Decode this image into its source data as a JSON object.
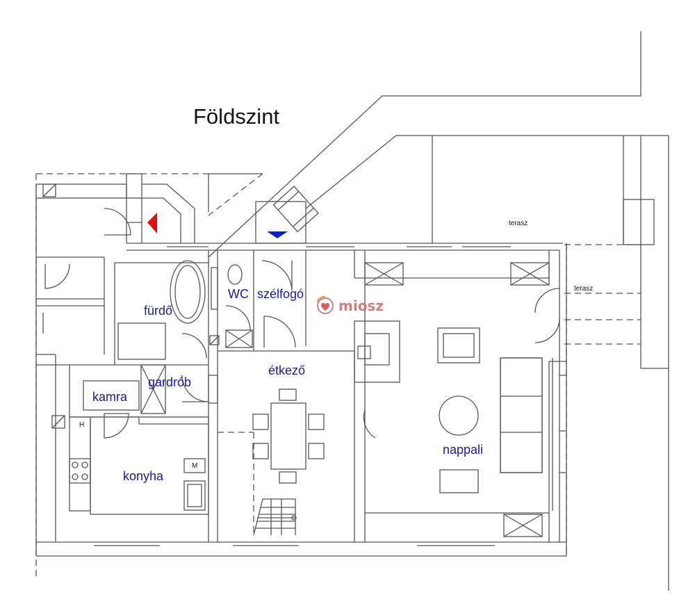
{
  "title": "Földszint",
  "rooms": {
    "furdo": "fürdő",
    "wc": "WC",
    "szelfogo": "szélfogó",
    "etkezo": "étkező",
    "gardrob": "gardrób",
    "kamra": "kamra",
    "konyha": "konyha",
    "nappali": "nappali"
  },
  "terraces": {
    "terasz_top": "terasz",
    "terasz_right": "terasz"
  },
  "appliance_marks": {
    "hob": "H",
    "microwave": "M"
  },
  "logo": {
    "text": "miosz",
    "icon": "miosz-logo-icon"
  },
  "markers": {
    "entrance_red": "#e01010",
    "entrance_blue": "#1020c0"
  },
  "colors": {
    "wall": "#555555",
    "label": "#1a1a9a"
  }
}
